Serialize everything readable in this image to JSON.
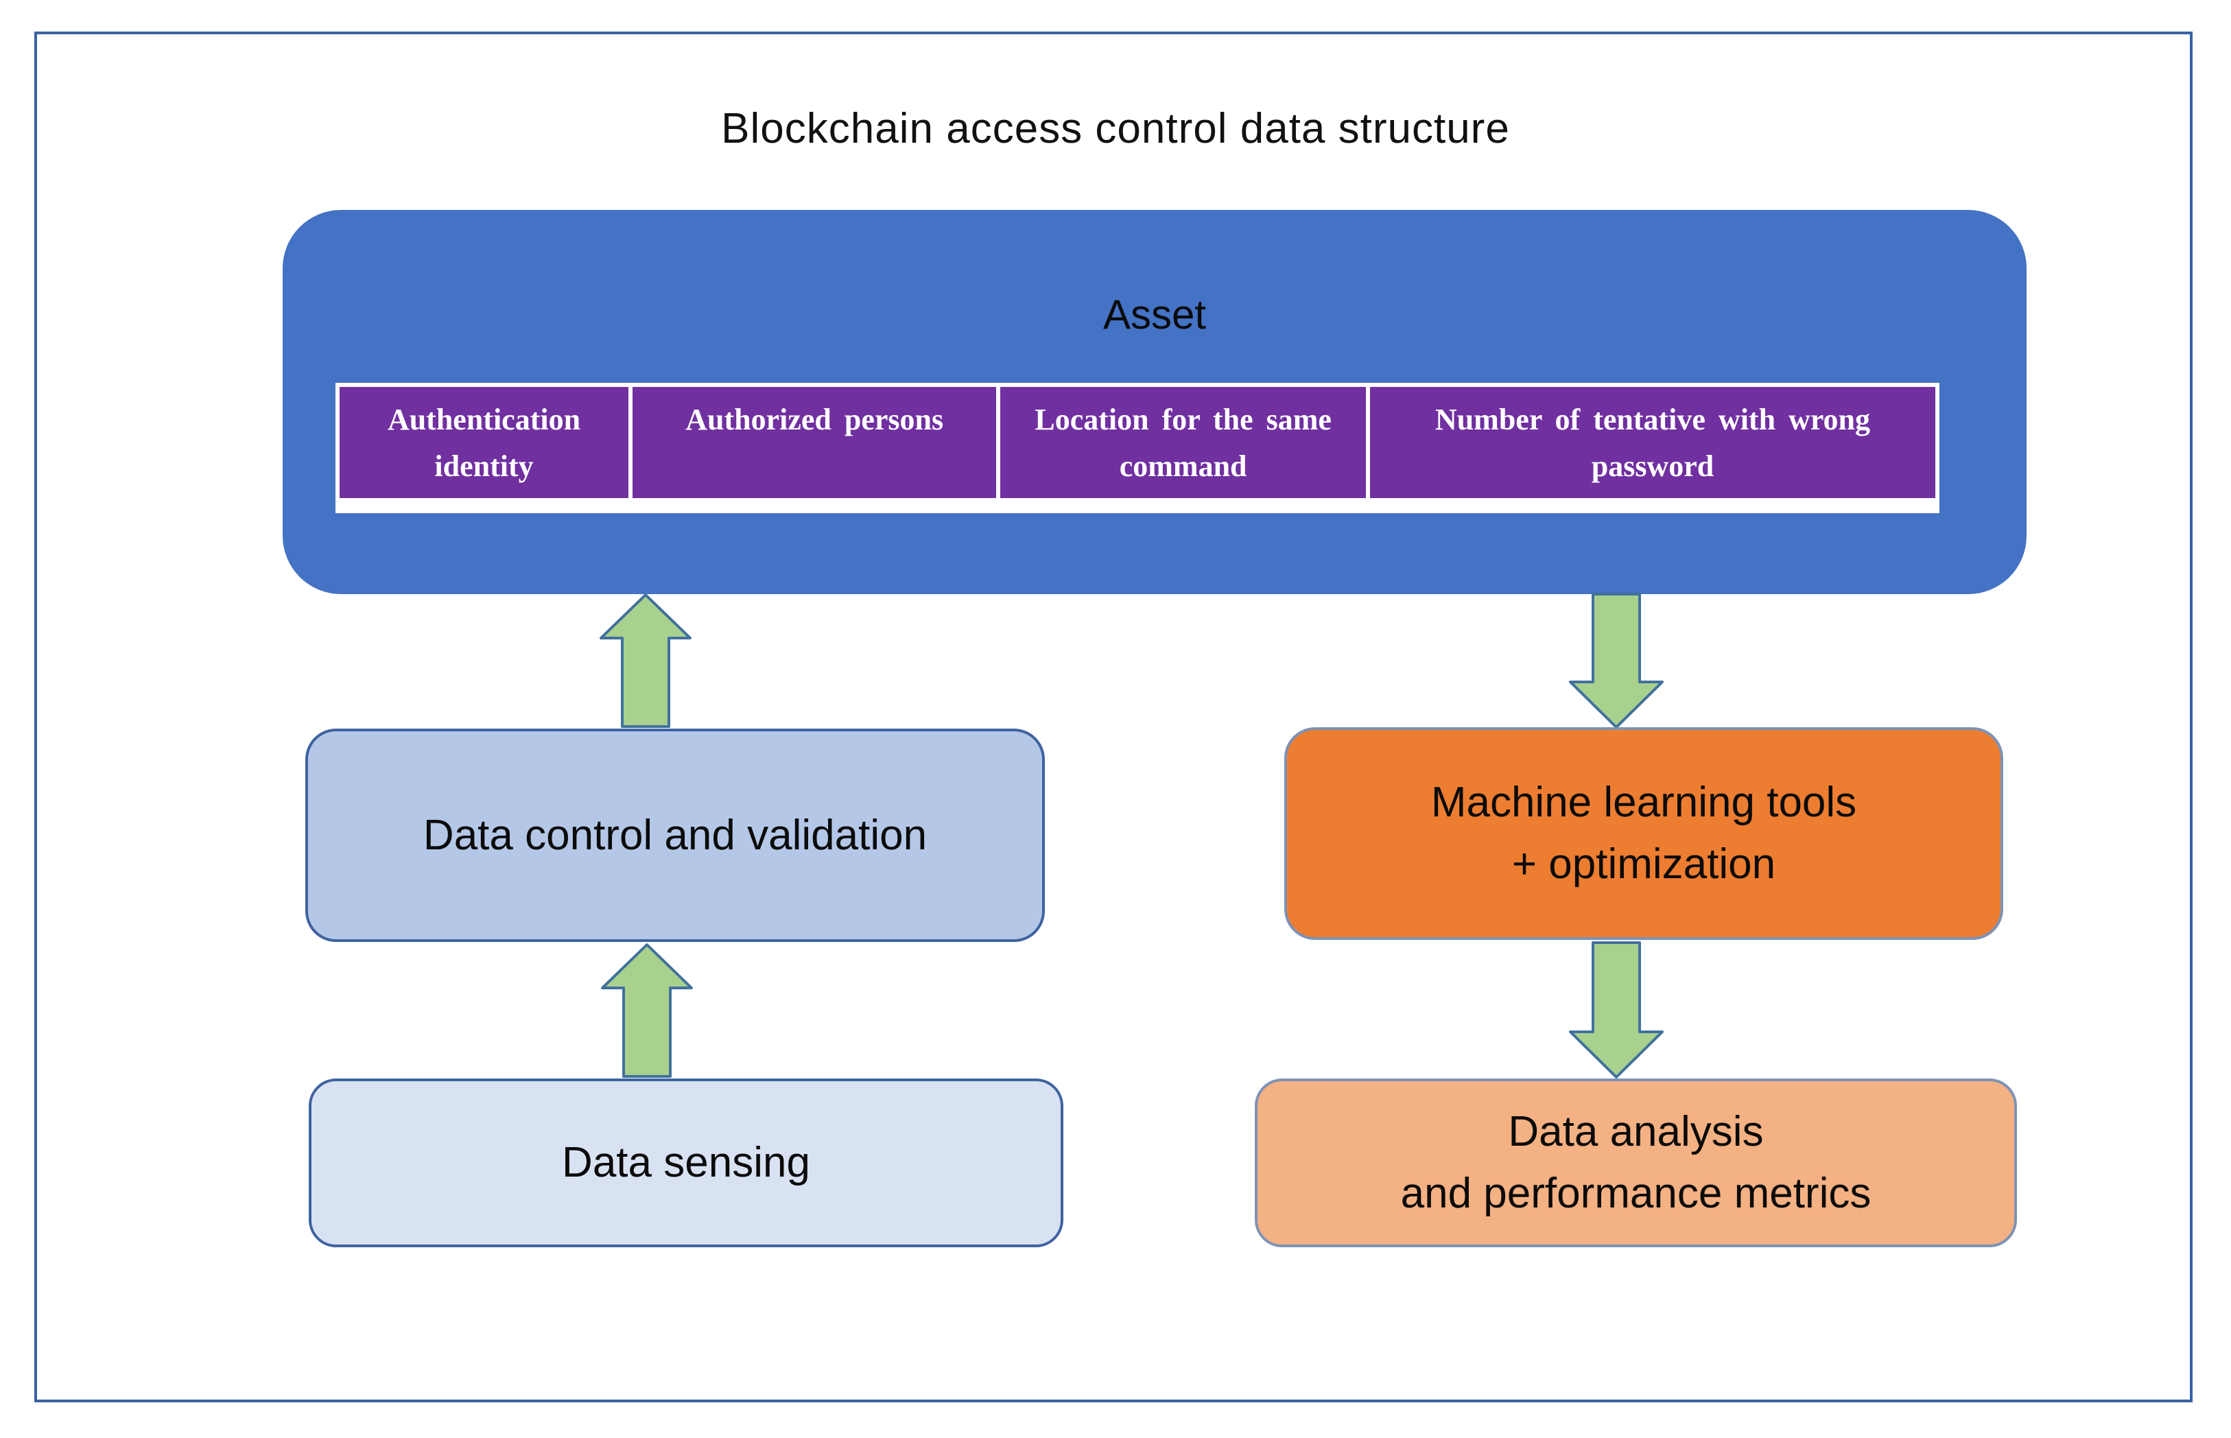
{
  "title": "Blockchain access control data structure",
  "asset": {
    "label": "Asset",
    "table": {
      "columns": [
        "Authentication identity",
        "Authorized persons",
        "Location for the same command",
        "Number of tentative with wrong password"
      ]
    }
  },
  "left_flow": {
    "data_control_box": {
      "label": "Data control and validation"
    },
    "data_sensing_box": {
      "label": "Data sensing"
    }
  },
  "right_flow": {
    "machine_learning_box": {
      "line1": "Machine learning tools",
      "line2": "+ optimization"
    },
    "data_analysis_box": {
      "line1": "Data analysis",
      "line2": "and performance metrics"
    }
  },
  "colors": {
    "asset_fill": "#4472C4",
    "table_header_fill": "#7030A0",
    "table_header_text": "#FFFFFF",
    "data_control_fill": "#B4C7E7",
    "data_sensing_fill": "#D9E2F3",
    "machine_learning_fill": "#ED7D31",
    "data_analysis_fill": "#F4B183",
    "arrow_fill": "#A9D18E",
    "arrow_stroke": "#41719C",
    "frame_border": "#3A61A5"
  }
}
